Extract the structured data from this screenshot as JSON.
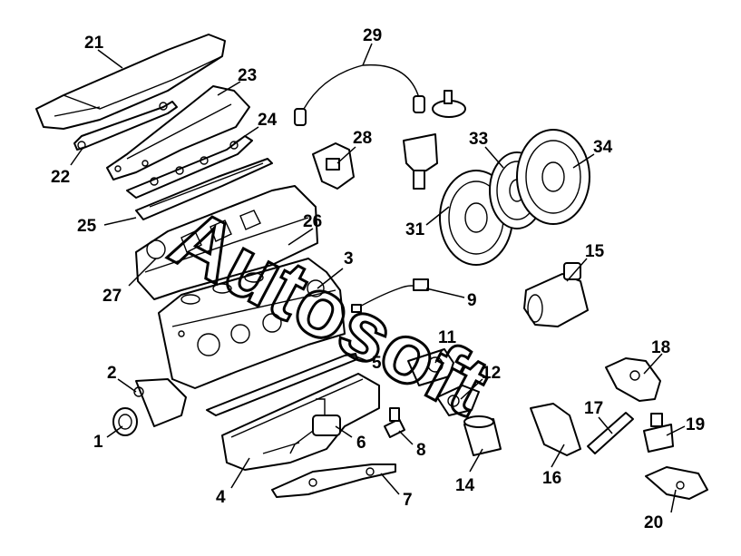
{
  "diagram": {
    "watermark": "Autosoft",
    "labels": [
      "1",
      "2",
      "3",
      "4",
      "5",
      "6",
      "7",
      "8",
      "9",
      "11",
      "12",
      "14",
      "15",
      "16",
      "17",
      "18",
      "19",
      "20",
      "21",
      "22",
      "23",
      "24",
      "25",
      "26",
      "27",
      "28",
      "29",
      "31",
      "33",
      "34"
    ]
  }
}
